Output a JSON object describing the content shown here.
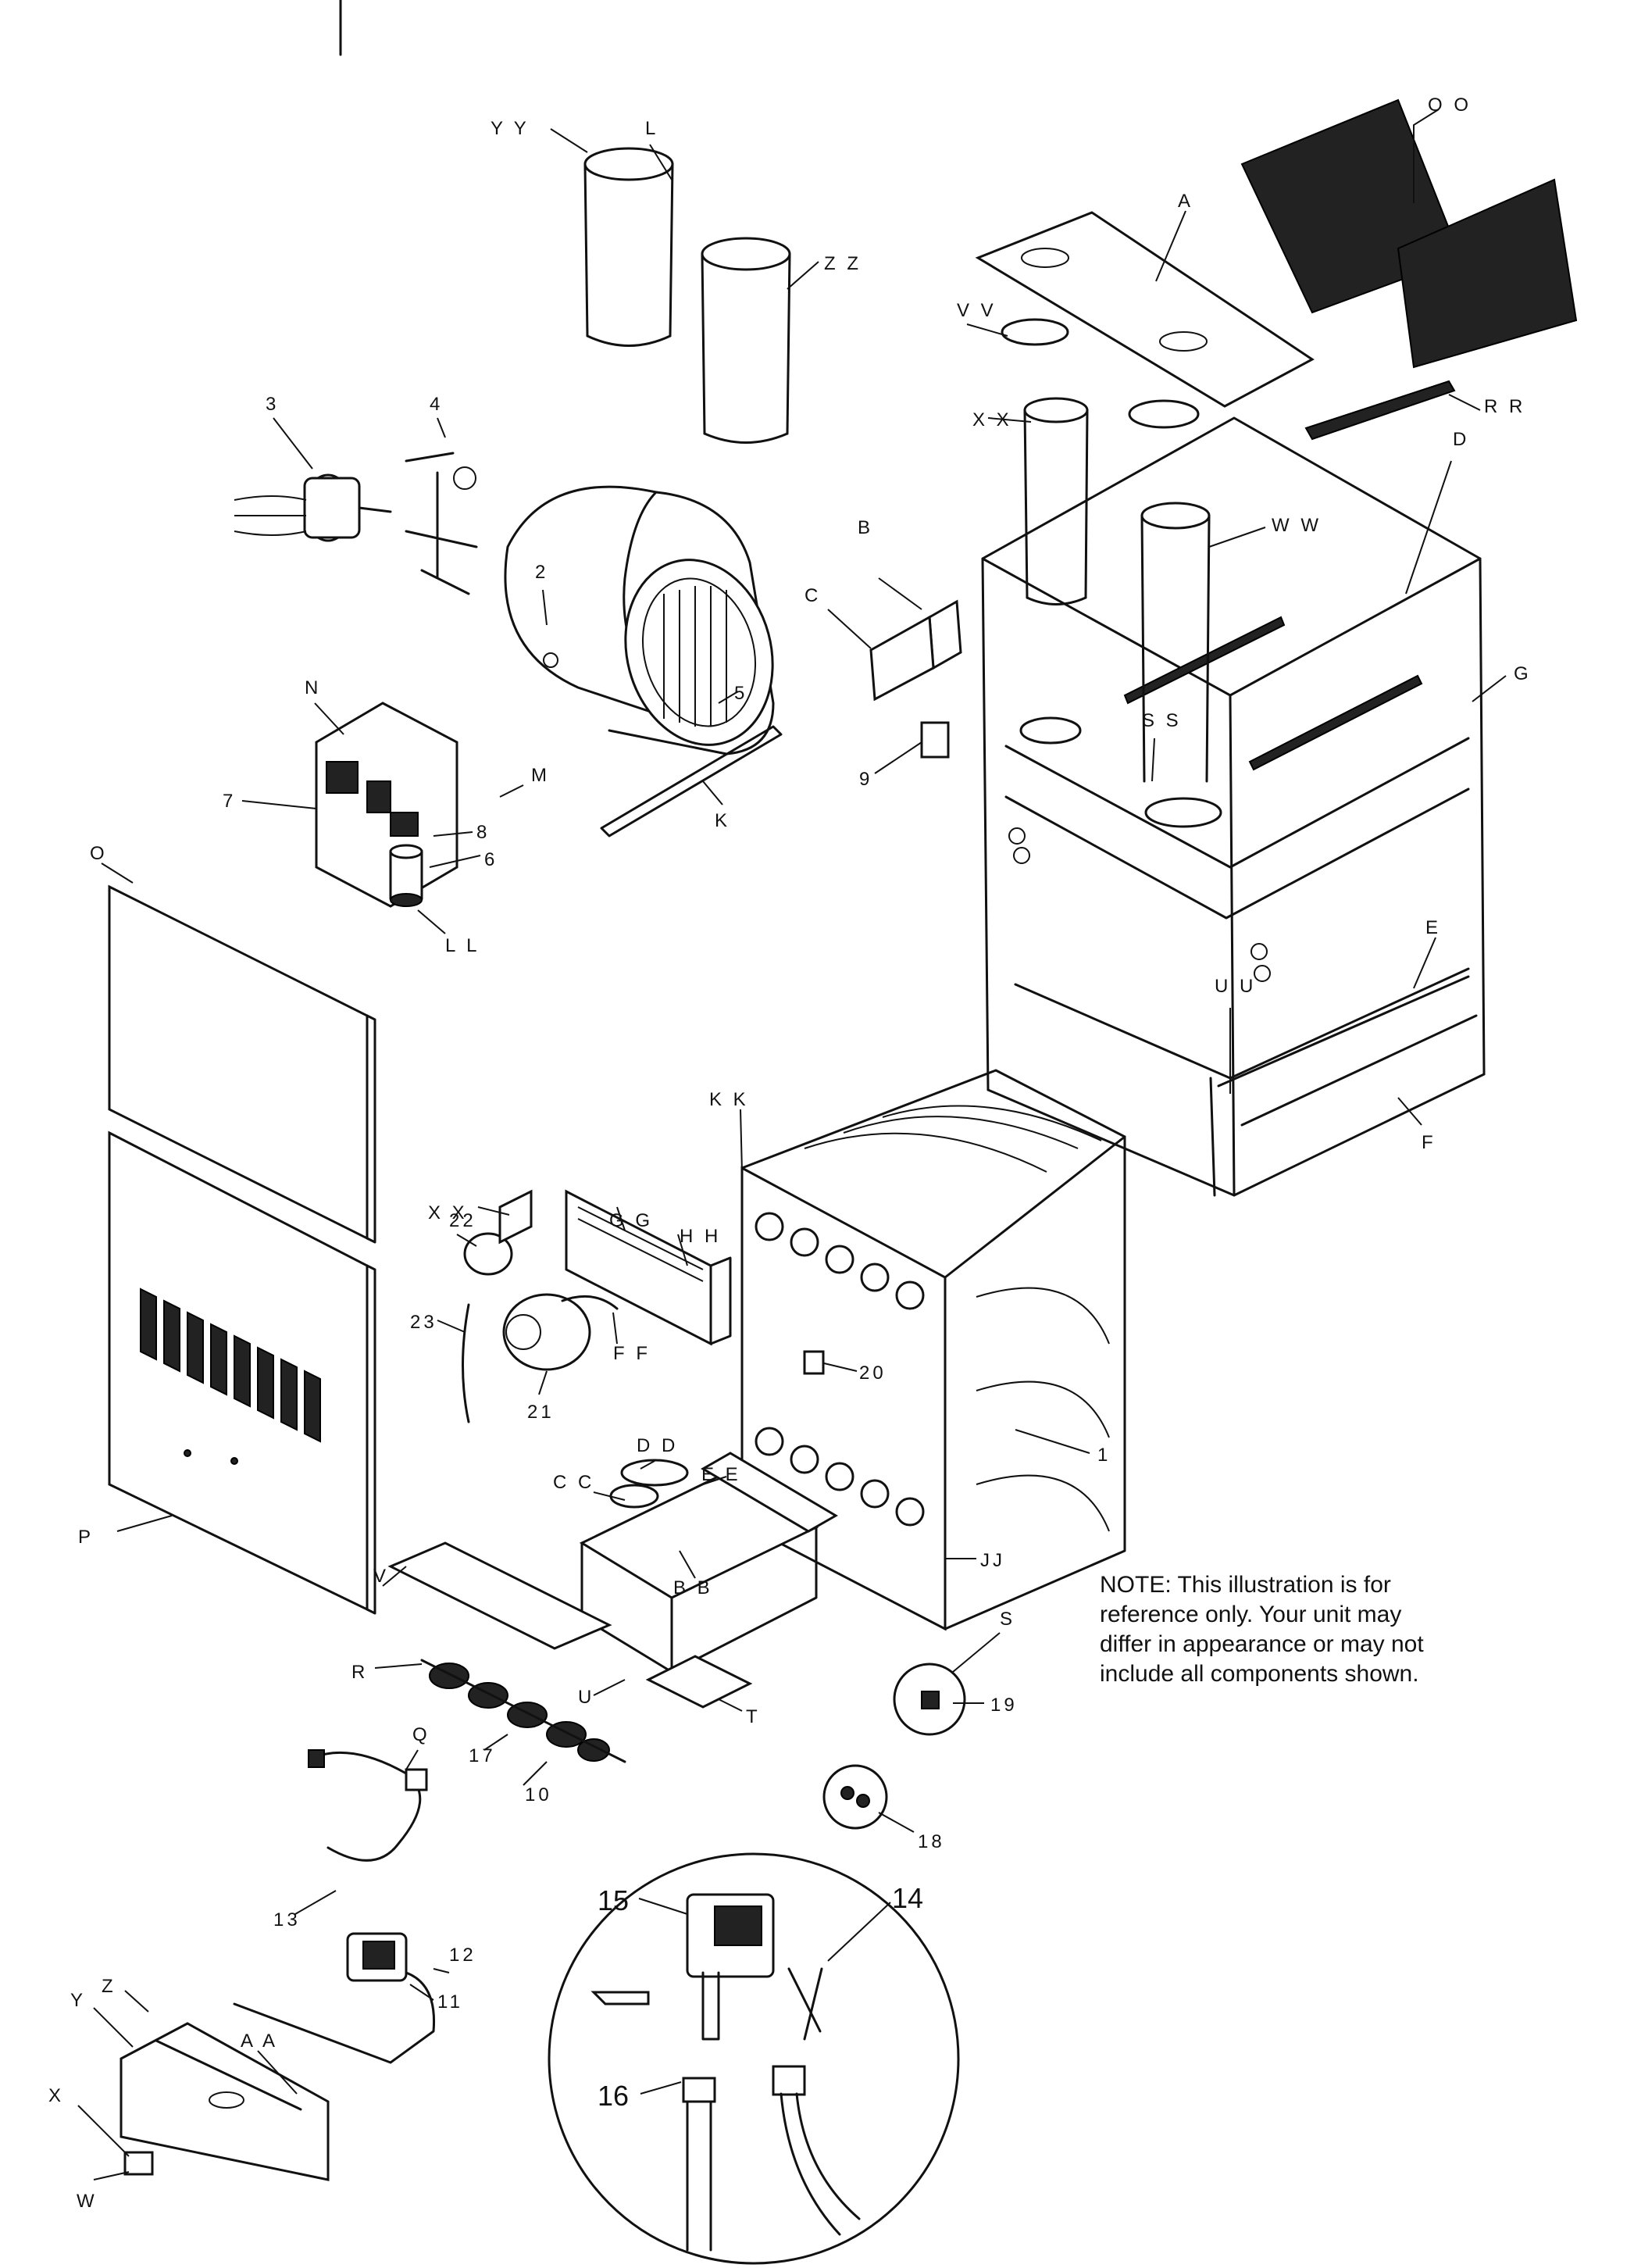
{
  "labels": {
    "A": "A",
    "B": "B",
    "C": "C",
    "D": "D",
    "E": "E",
    "F": "F",
    "G": "G",
    "K": "K",
    "L": "L",
    "M": "M",
    "N": "N",
    "O": "O",
    "P": "P",
    "Q": "Q",
    "R": "R",
    "S": "S",
    "T": "T",
    "U": "U",
    "V": "V",
    "W": "W",
    "X": "X",
    "Y": "Y",
    "Z": "Z",
    "AA": "A A",
    "BB": "B B",
    "CC": "C C",
    "DD": "D D",
    "EE": "E E",
    "FF": "F F",
    "GG": "G G",
    "HH": "H H",
    "JJ": "JJ",
    "KK": "K K",
    "LL": "L L",
    "OO": "O O",
    "RR": "R R",
    "SS": "S S",
    "UU": "U U",
    "VV": "V V",
    "WW": "W W",
    "XX_top": "X X",
    "XX_bottom": "X X",
    "YY": "Y Y",
    "ZZ": "Z Z",
    "n1": "1",
    "n2": "2",
    "n3": "3",
    "n4": "4",
    "n5": "5",
    "n6": "6",
    "n7": "7",
    "n8": "8",
    "n9": "9",
    "n10": "10",
    "n11": "11",
    "n12": "12",
    "n13": "13",
    "n14": "14",
    "n15": "15",
    "n16": "16",
    "n17": "17",
    "n18": "18",
    "n19": "19",
    "n20": "20",
    "n21": "21",
    "n22": "22",
    "n23": "23"
  },
  "note": "NOTE:     This illustration is for\nreference only.   Your unit may\ndiffer in appearance or may not\ninclude all components shown."
}
